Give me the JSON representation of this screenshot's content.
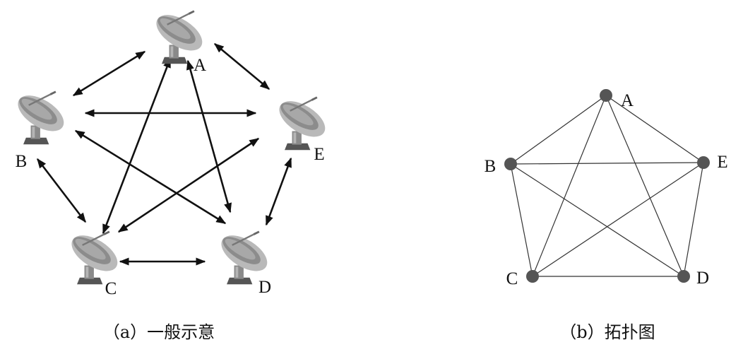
{
  "panel_a": {
    "caption": "（a）一般示意",
    "nodes": [
      {
        "id": "A",
        "label": "A"
      },
      {
        "id": "B",
        "label": "B"
      },
      {
        "id": "C",
        "label": "C"
      },
      {
        "id": "D",
        "label": "D"
      },
      {
        "id": "E",
        "label": "E"
      }
    ],
    "links": [
      [
        "A",
        "B"
      ],
      [
        "A",
        "E"
      ],
      [
        "A",
        "C"
      ],
      [
        "A",
        "D"
      ],
      [
        "B",
        "E"
      ],
      [
        "B",
        "C"
      ],
      [
        "B",
        "D"
      ],
      [
        "E",
        "C"
      ],
      [
        "E",
        "D"
      ],
      [
        "C",
        "D"
      ]
    ],
    "link_style": "bidirectional-arrow",
    "node_icon": "satellite-dish-icon"
  },
  "panel_b": {
    "caption": "（b）拓扑图",
    "nodes": [
      {
        "id": "A",
        "label": "A"
      },
      {
        "id": "B",
        "label": "B"
      },
      {
        "id": "C",
        "label": "C"
      },
      {
        "id": "D",
        "label": "D"
      },
      {
        "id": "E",
        "label": "E"
      }
    ],
    "edges": [
      [
        "A",
        "B"
      ],
      [
        "A",
        "E"
      ],
      [
        "A",
        "C"
      ],
      [
        "A",
        "D"
      ],
      [
        "B",
        "E"
      ],
      [
        "B",
        "C"
      ],
      [
        "B",
        "D"
      ],
      [
        "E",
        "C"
      ],
      [
        "E",
        "D"
      ],
      [
        "C",
        "D"
      ]
    ]
  },
  "colors": {
    "line": "#111111",
    "dish": "#8c8c8c",
    "node": "#555555"
  }
}
